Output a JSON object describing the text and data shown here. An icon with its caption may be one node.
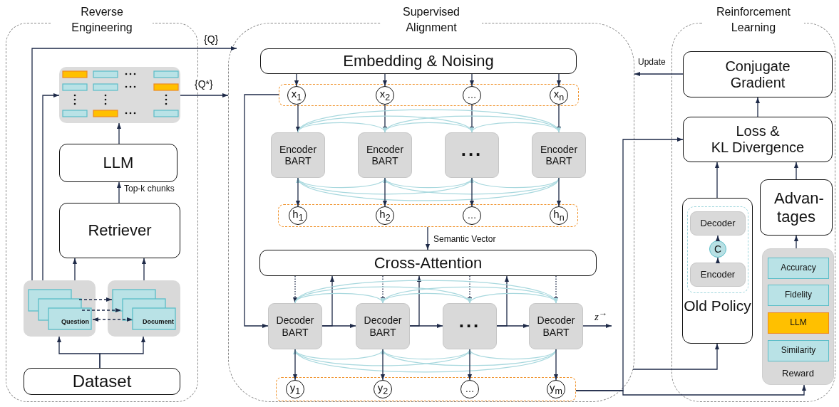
{
  "diagram": {
    "nodes": [
      {
        "text": [
          "Reverse Engineering"
        ]
      },
      {
        "text": [
          "Supervised Alignment"
        ]
      },
      {
        "text": [
          "Reinforcement Learning"
        ]
      },
      {
        "text": [],
        "shape": "box",
        "in": 0
      },
      {
        "text": [
          "LLM"
        ],
        "in": 0
      },
      {
        "text": [
          "Retriever"
        ],
        "in": 0
      },
      {
        "text": [
          "Question"
        ],
        "in": 0
      },
      {
        "text": [
          "Document"
        ],
        "in": 0
      },
      {
        "text": [
          "Dataset"
        ],
        "in": 0
      },
      {
        "text": [
          "Embedding & Noising"
        ],
        "in": 1
      },
      {
        "text": [],
        "shape": "box",
        "in": 1
      },
      {
        "text": [
          "x$_{1}$"
        ],
        "in": 10
      },
      {
        "text": [
          "x$_{2}$"
        ],
        "in": 10
      },
      {
        "text": [
          "…"
        ],
        "in": 10
      },
      {
        "text": [
          "x$_{n}$"
        ],
        "in": 10
      },
      {
        "text": [
          "Encoder BART"
        ],
        "in": 1
      },
      {
        "text": [
          "Encoder BART"
        ],
        "in": 1
      },
      {
        "text": [
          "..."
        ],
        "in": 1
      },
      {
        "text": [
          "Encoder BART"
        ],
        "in": 1
      },
      {
        "text": [],
        "shape": "box",
        "in": 1
      },
      {
        "text": [
          "h$_{1}$"
        ],
        "in": 19
      },
      {
        "text": [
          "h$_{2}$"
        ],
        "in": 19
      },
      {
        "text": [
          "…"
        ],
        "in": 19
      },
      {
        "text": [
          "h$_{n}$"
        ],
        "in": 19
      },
      {
        "text": [
          "Cross-Attention"
        ],
        "in": 1
      },
      {
        "text": [
          "Decoder BART"
        ],
        "in": 1
      },
      {
        "text": [
          "Decoder BART"
        ],
        "in": 1
      },
      {
        "text": [
          "..."
        ],
        "in": 1
      },
      {
        "text": [
          "Decoder BART"
        ],
        "in": 1
      },
      {
        "text": [],
        "shape": "box",
        "in": 1
      },
      {
        "text": [
          "y$_{1}$"
        ],
        "in": 29
      },
      {
        "text": [
          "y$_{2}$"
        ],
        "in": 29
      },
      {
        "text": [
          "…"
        ],
        "in": 29
      },
      {
        "text": [
          "y$_{m}$"
        ],
        "in": 29
      },
      {
        "text": [
          "Conjugate Gradient"
        ],
        "in": 2
      },
      {
        "text": [
          "Loss & KL Divergence"
        ],
        "in": 2
      },
      {
        "text": [
          "Advan- tages"
        ],
        "in": 2
      },
      {
        "text": [
          "Old Policy"
        ],
        "in": 2
      },
      {
        "text": [],
        "shape": "box",
        "in": 37
      },
      {
        "text": [
          "Decoder"
        ],
        "in": 38
      },
      {
        "text": [
          "C"
        ],
        "in": 38
      },
      {
        "text": [
          "Encoder"
        ],
        "in": 38
      },
      {
        "text": [
          "Reward"
        ],
        "in": 2
      },
      {
        "text": [
          "Accuracy"
        ],
        "in": 42
      },
      {
        "text": [
          "Fidelity"
        ],
        "in": 42
      },
      {
        "text": [
          "LLM"
        ],
        "in": 42
      },
      {
        "text": [
          "Similarity"
        ],
        "in": 42
      }
    ],
    "edges": [
      {
        "from": 8,
        "to": 6,
        "arrow": "to"
      },
      {
        "from": 8,
        "to": 7,
        "arrow": "to"
      },
      {
        "from": 6,
        "to": 5,
        "arrow": "to"
      },
      {
        "from": 7,
        "to": 5,
        "arrow": "to"
      },
      {
        "from": 6,
        "to": 7,
        "arrow": "to",
        "style": "dashed"
      },
      {
        "from": 6,
        "to": 7,
        "arrow": "to",
        "style": "dashed"
      },
      {
        "from": 6,
        "to": 7,
        "arrow": "both",
        "style": "dashed"
      },
      {
        "from": 5,
        "to": 4,
        "arrow": "to",
        "label": "Top-k chunks"
      },
      {
        "from": 4,
        "to": 3,
        "arrow": "to"
      },
      {
        "from": 6,
        "to": 3,
        "arrow": "to"
      },
      {
        "from": 6,
        "to": 1,
        "arrow": "to",
        "label": "{Q}"
      },
      {
        "from": 3,
        "to": 1,
        "arrow": "to",
        "label": "{Q*}"
      },
      {
        "from": 9,
        "to": 11,
        "arrow": "to"
      },
      {
        "from": 9,
        "to": 12,
        "arrow": "to"
      },
      {
        "from": 9,
        "to": 13,
        "arrow": "to"
      },
      {
        "from": 9,
        "to": 14,
        "arrow": "to"
      },
      {
        "from": 11,
        "to": 15,
        "arrow": "to"
      },
      {
        "from": 12,
        "to": 16,
        "arrow": "to"
      },
      {
        "from": 13,
        "to": 17,
        "arrow": "to"
      },
      {
        "from": 14,
        "to": 18,
        "arrow": "to"
      },
      {
        "from": 15,
        "to": 16,
        "arrow": "to",
        "color": "#a8d8de"
      },
      {
        "from": 15,
        "to": 17,
        "arrow": "to",
        "color": "#a8d8de"
      },
      {
        "from": 15,
        "to": 18,
        "arrow": "to",
        "color": "#a8d8de"
      },
      {
        "from": 16,
        "to": 17,
        "arrow": "to",
        "color": "#a8d8de"
      },
      {
        "from": 16,
        "to": 18,
        "arrow": "to",
        "color": "#a8d8de"
      },
      {
        "from": 17,
        "to": 18,
        "arrow": "to",
        "color": "#a8d8de"
      },
      {
        "from": 18,
        "to": 17,
        "arrow": "to",
        "color": "#a8d8de"
      },
      {
        "from": 18,
        "to": 16,
        "arrow": "to",
        "color": "#a8d8de"
      },
      {
        "from": 18,
        "to": 15,
        "arrow": "to",
        "color": "#a8d8de"
      },
      {
        "from": 17,
        "to": 16,
        "arrow": "to",
        "color": "#a8d8de"
      },
      {
        "from": 17,
        "to": 15,
        "arrow": "to",
        "color": "#a8d8de"
      },
      {
        "from": 16,
        "to": 15,
        "arrow": "to",
        "color": "#a8d8de"
      },
      {
        "from": 15,
        "to": 20,
        "arrow": "to"
      },
      {
        "from": 16,
        "to": 21,
        "arrow": "to"
      },
      {
        "from": 17,
        "to": 22,
        "arrow": "to"
      },
      {
        "from": 18,
        "to": 23,
        "arrow": "to"
      },
      {
        "from": 19,
        "to": 24,
        "arrow": "to",
        "label": "Semantic Vector"
      },
      {
        "from": 24,
        "to": 25,
        "arrow": "to",
        "style": "dashed"
      },
      {
        "from": 24,
        "to": 26,
        "arrow": "to",
        "style": "dashed"
      },
      {
        "from": 24,
        "to": 27,
        "arrow": "to",
        "style": "dashed"
      },
      {
        "from": 24,
        "to": 28,
        "arrow": "to",
        "style": "dashed"
      },
      {
        "from": 25,
        "to": 26,
        "arrow": "to"
      },
      {
        "from": 26,
        "to": 27,
        "arrow": "to"
      },
      {
        "from": 27,
        "to": 28,
        "arrow": "to"
      },
      {
        "from": 25,
        "to": 24,
        "arrow": "to"
      },
      {
        "from": 26,
        "to": 24,
        "arrow": "to"
      },
      {
        "from": 27,
        "to": 24,
        "arrow": "to"
      },
      {
        "from": 28,
        "to": null,
        "arrow": "to",
        "label": "*z*$^{→}$"
      },
      {
        "from": 10,
        "to": 25,
        "arrow": "to"
      },
      {
        "from": 25,
        "to": 26,
        "arrow": "to",
        "color": "#a8d8de"
      },
      {
        "from": 25,
        "to": 27,
        "arrow": "to",
        "color": "#a8d8de"
      },
      {
        "from": 25,
        "to": 28,
        "arrow": "to",
        "color": "#a8d8de"
      },
      {
        "from": 26,
        "to": 27,
        "arrow": "to",
        "color": "#a8d8de"
      },
      {
        "from": 26,
        "to": 28,
        "arrow": "to",
        "color": "#a8d8de"
      },
      {
        "from": 27,
        "to": 28,
        "arrow": "to",
        "color": "#a8d8de"
      },
      {
        "from": 28,
        "to": 27,
        "arrow": "to",
        "color": "#a8d8de"
      },
      {
        "from": 28,
        "to": 26,
        "arrow": "to",
        "color": "#a8d8de"
      },
      {
        "from": 28,
        "to": 25,
        "arrow": "to",
        "color": "#a8d8de"
      },
      {
        "from": 27,
        "to": 26,
        "arrow": "to",
        "color": "#a8d8de"
      },
      {
        "from": 27,
        "to": 25,
        "arrow": "to",
        "color": "#a8d8de"
      },
      {
        "from": 26,
        "to": 25,
        "arrow": "to",
        "color": "#a8d8de"
      },
      {
        "from": 25,
        "to": 30,
        "arrow": "to"
      },
      {
        "from": 26,
        "to": 31,
        "arrow": "to"
      },
      {
        "from": 27,
        "to": 32,
        "arrow": "to"
      },
      {
        "from": 28,
        "to": 33,
        "arrow": "to"
      },
      {
        "from": 29,
        "to": 35,
        "arrow": "to"
      },
      {
        "from": 29,
        "to": 42,
        "arrow": "to"
      },
      {
        "from": 1,
        "to": 37,
        "arrow": "to"
      },
      {
        "from": 34,
        "to": 1,
        "arrow": "to",
        "label": "Update"
      },
      {
        "from": 35,
        "to": 34,
        "arrow": "to"
      },
      {
        "from": 37,
        "to": 35,
        "arrow": "to"
      },
      {
        "from": 36,
        "to": 35,
        "arrow": "to"
      },
      {
        "from": 42,
        "to": 36,
        "arrow": "to"
      },
      {
        "from": 41,
        "to": 40,
        "arrow": "to"
      },
      {
        "from": 40,
        "to": 39,
        "arrow": "to"
      }
    ]
  }
}
